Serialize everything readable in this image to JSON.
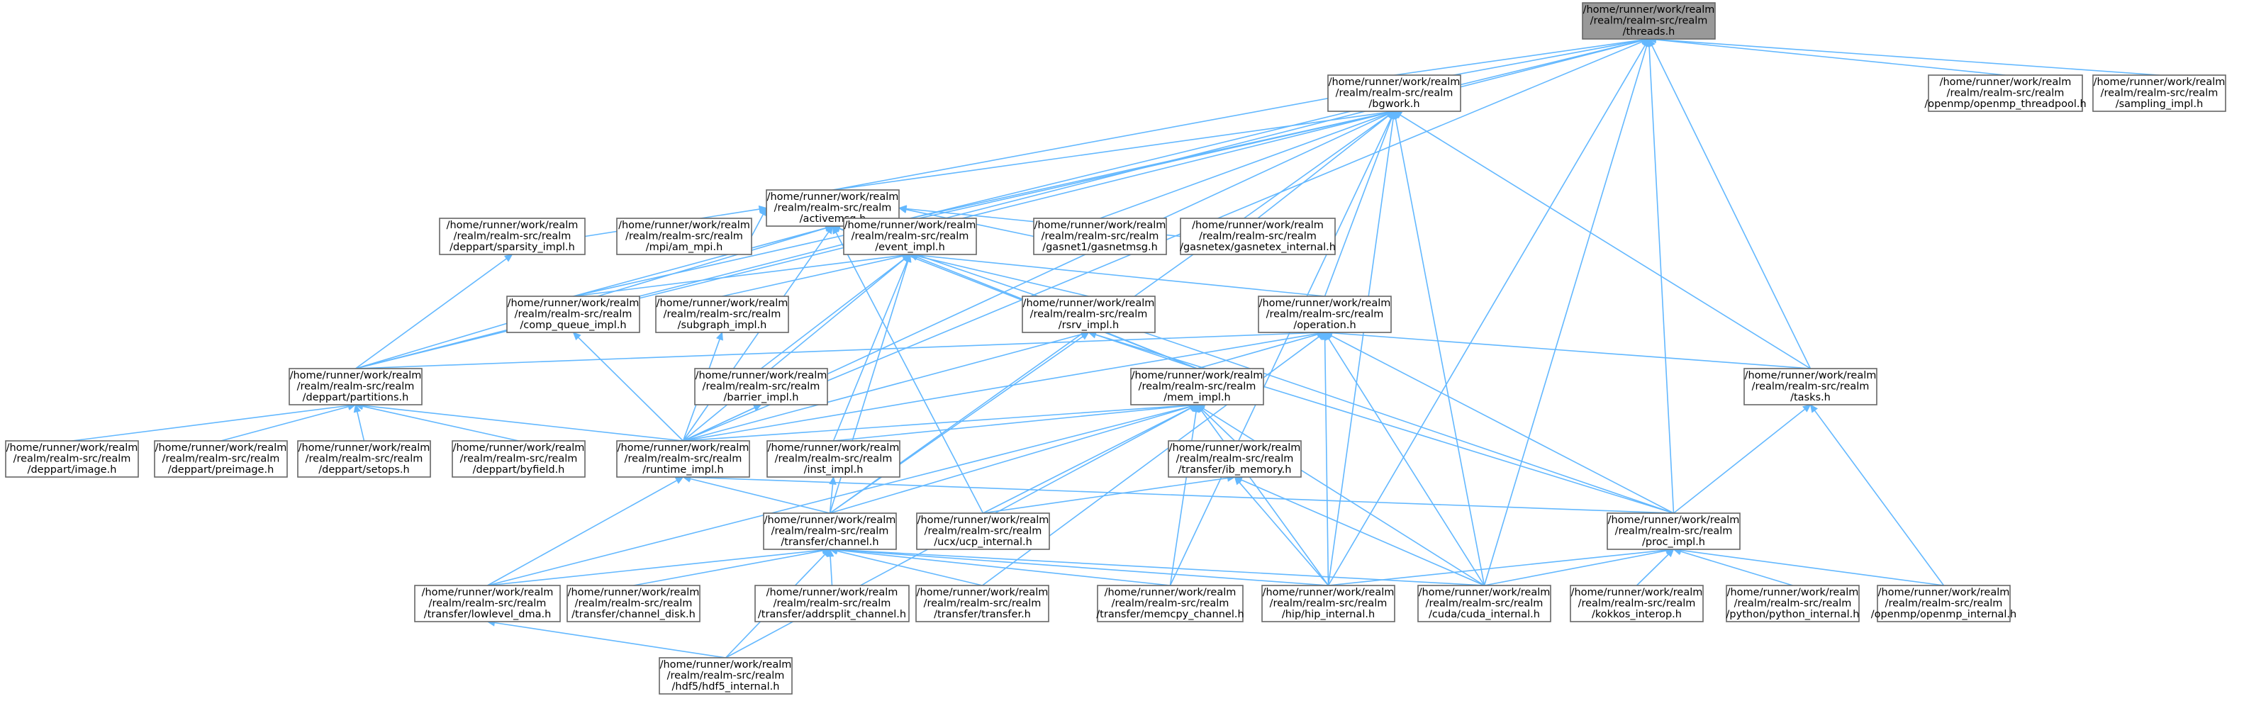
{
  "graph": {
    "accent": "#63b8ff",
    "root_fill": "#999999",
    "nodes": [
      {
        "id": "threads",
        "root": true,
        "lines": [
          "/home/runner/work/realm",
          "/realm/realm-src/realm",
          "/threads.h"
        ]
      },
      {
        "id": "bgwork",
        "lines": [
          "/home/runner/work/realm",
          "/realm/realm-src/realm",
          "/bgwork.h"
        ]
      },
      {
        "id": "openmp_threadpool",
        "lines": [
          "/home/runner/work/realm",
          "/realm/realm-src/realm",
          "/openmp/openmp_threadpool.h"
        ]
      },
      {
        "id": "sampling_impl",
        "lines": [
          "/home/runner/work/realm",
          "/realm/realm-src/realm",
          "/sampling_impl.h"
        ]
      },
      {
        "id": "activemsg",
        "lines": [
          "/home/runner/work/realm",
          "/realm/realm-src/realm",
          "/activemsg.h"
        ]
      },
      {
        "id": "sparsity_impl",
        "lines": [
          "/home/runner/work/realm",
          "/realm/realm-src/realm",
          "/deppart/sparsity_impl.h"
        ]
      },
      {
        "id": "am_mpi",
        "lines": [
          "/home/runner/work/realm",
          "/realm/realm-src/realm",
          "/mpi/am_mpi.h"
        ]
      },
      {
        "id": "event_impl",
        "lines": [
          "/home/runner/work/realm",
          "/realm/realm-src/realm",
          "/event_impl.h"
        ]
      },
      {
        "id": "gasnetmsg",
        "lines": [
          "/home/runner/work/realm",
          "/realm/realm-src/realm",
          "/gasnet1/gasnetmsg.h"
        ]
      },
      {
        "id": "gasnetex_internal",
        "lines": [
          "/home/runner/work/realm",
          "/realm/realm-src/realm",
          "/gasnetex/gasnetex_internal.h"
        ]
      },
      {
        "id": "comp_queue_impl",
        "lines": [
          "/home/runner/work/realm",
          "/realm/realm-src/realm",
          "/comp_queue_impl.h"
        ]
      },
      {
        "id": "subgraph_impl",
        "lines": [
          "/home/runner/work/realm",
          "/realm/realm-src/realm",
          "/subgraph_impl.h"
        ]
      },
      {
        "id": "rsrv_impl",
        "lines": [
          "/home/runner/work/realm",
          "/realm/realm-src/realm",
          "/rsrv_impl.h"
        ]
      },
      {
        "id": "operation",
        "lines": [
          "/home/runner/work/realm",
          "/realm/realm-src/realm",
          "/operation.h"
        ]
      },
      {
        "id": "partitions",
        "lines": [
          "/home/runner/work/realm",
          "/realm/realm-src/realm",
          "/deppart/partitions.h"
        ]
      },
      {
        "id": "barrier_impl",
        "lines": [
          "/home/runner/work/realm",
          "/realm/realm-src/realm",
          "/barrier_impl.h"
        ]
      },
      {
        "id": "mem_impl",
        "lines": [
          "/home/runner/work/realm",
          "/realm/realm-src/realm",
          "/mem_impl.h"
        ]
      },
      {
        "id": "tasks",
        "lines": [
          "/home/runner/work/realm",
          "/realm/realm-src/realm",
          "/tasks.h"
        ]
      },
      {
        "id": "image",
        "lines": [
          "/home/runner/work/realm",
          "/realm/realm-src/realm",
          "/deppart/image.h"
        ]
      },
      {
        "id": "preimage",
        "lines": [
          "/home/runner/work/realm",
          "/realm/realm-src/realm",
          "/deppart/preimage.h"
        ]
      },
      {
        "id": "setops",
        "lines": [
          "/home/runner/work/realm",
          "/realm/realm-src/realm",
          "/deppart/setops.h"
        ]
      },
      {
        "id": "byfield",
        "lines": [
          "/home/runner/work/realm",
          "/realm/realm-src/realm",
          "/deppart/byfield.h"
        ]
      },
      {
        "id": "runtime_impl",
        "lines": [
          "/home/runner/work/realm",
          "/realm/realm-src/realm",
          "/runtime_impl.h"
        ]
      },
      {
        "id": "inst_impl",
        "lines": [
          "/home/runner/work/realm",
          "/realm/realm-src/realm",
          "/inst_impl.h"
        ]
      },
      {
        "id": "ib_memory",
        "lines": [
          "/home/runner/work/realm",
          "/realm/realm-src/realm",
          "/transfer/ib_memory.h"
        ]
      },
      {
        "id": "channel",
        "lines": [
          "/home/runner/work/realm",
          "/realm/realm-src/realm",
          "/transfer/channel.h"
        ]
      },
      {
        "id": "ucp_internal",
        "lines": [
          "/home/runner/work/realm",
          "/realm/realm-src/realm",
          "/ucx/ucp_internal.h"
        ]
      },
      {
        "id": "proc_impl",
        "lines": [
          "/home/runner/work/realm",
          "/realm/realm-src/realm",
          "/proc_impl.h"
        ]
      },
      {
        "id": "lowlevel_dma",
        "lines": [
          "/home/runner/work/realm",
          "/realm/realm-src/realm",
          "/transfer/lowlevel_dma.h"
        ]
      },
      {
        "id": "channel_disk",
        "lines": [
          "/home/runner/work/realm",
          "/realm/realm-src/realm",
          "/transfer/channel_disk.h"
        ]
      },
      {
        "id": "addrsplit_channel",
        "lines": [
          "/home/runner/work/realm",
          "/realm/realm-src/realm",
          "/transfer/addrsplit_channel.h"
        ]
      },
      {
        "id": "transfer",
        "lines": [
          "/home/runner/work/realm",
          "/realm/realm-src/realm",
          "/transfer/transfer.h"
        ]
      },
      {
        "id": "memcpy_channel",
        "lines": [
          "/home/runner/work/realm",
          "/realm/realm-src/realm",
          "/transfer/memcpy_channel.h"
        ]
      },
      {
        "id": "hip_internal",
        "lines": [
          "/home/runner/work/realm",
          "/realm/realm-src/realm",
          "/hip/hip_internal.h"
        ]
      },
      {
        "id": "cuda_internal",
        "lines": [
          "/home/runner/work/realm",
          "/realm/realm-src/realm",
          "/cuda/cuda_internal.h"
        ]
      },
      {
        "id": "kokkos_interop",
        "lines": [
          "/home/runner/work/realm",
          "/realm/realm-src/realm",
          "/kokkos_interop.h"
        ]
      },
      {
        "id": "python_internal",
        "lines": [
          "/home/runner/work/realm",
          "/realm/realm-src/realm",
          "/python/python_internal.h"
        ]
      },
      {
        "id": "openmp_internal",
        "lines": [
          "/home/runner/work/realm",
          "/realm/realm-src/realm",
          "/openmp/openmp_internal.h"
        ]
      },
      {
        "id": "hdf5_internal",
        "lines": [
          "/home/runner/work/realm",
          "/realm/realm-src/realm",
          "/hdf5/hdf5_internal.h"
        ]
      }
    ],
    "edges": [
      [
        "threads",
        "bgwork"
      ],
      [
        "threads",
        "openmp_threadpool"
      ],
      [
        "threads",
        "sampling_impl"
      ],
      [
        "threads",
        "activemsg"
      ],
      [
        "threads",
        "event_impl"
      ],
      [
        "threads",
        "partitions"
      ],
      [
        "threads",
        "runtime_impl"
      ],
      [
        "threads",
        "tasks"
      ],
      [
        "threads",
        "proc_impl"
      ],
      [
        "threads",
        "hip_internal"
      ],
      [
        "threads",
        "cuda_internal"
      ],
      [
        "bgwork",
        "activemsg"
      ],
      [
        "bgwork",
        "event_impl"
      ],
      [
        "bgwork",
        "gasnetmsg"
      ],
      [
        "bgwork",
        "gasnetex_internal"
      ],
      [
        "bgwork",
        "partitions"
      ],
      [
        "bgwork",
        "operation"
      ],
      [
        "bgwork",
        "tasks"
      ],
      [
        "bgwork",
        "runtime_impl"
      ],
      [
        "bgwork",
        "channel"
      ],
      [
        "bgwork",
        "hip_internal"
      ],
      [
        "bgwork",
        "cuda_internal"
      ],
      [
        "bgwork",
        "memcpy_channel"
      ],
      [
        "bgwork",
        "comp_queue_impl"
      ],
      [
        "activemsg",
        "sparsity_impl"
      ],
      [
        "activemsg",
        "am_mpi"
      ],
      [
        "activemsg",
        "event_impl"
      ],
      [
        "activemsg",
        "gasnetmsg"
      ],
      [
        "activemsg",
        "gasnetex_internal"
      ],
      [
        "activemsg",
        "partitions"
      ],
      [
        "activemsg",
        "runtime_impl"
      ],
      [
        "activemsg",
        "mem_impl"
      ],
      [
        "activemsg",
        "ucp_internal"
      ],
      [
        "activemsg",
        "proc_impl"
      ],
      [
        "activemsg",
        "comp_queue_impl"
      ],
      [
        "sparsity_impl",
        "partitions"
      ],
      [
        "event_impl",
        "comp_queue_impl"
      ],
      [
        "event_impl",
        "subgraph_impl"
      ],
      [
        "event_impl",
        "rsrv_impl"
      ],
      [
        "event_impl",
        "operation"
      ],
      [
        "event_impl",
        "barrier_impl"
      ],
      [
        "event_impl",
        "mem_impl"
      ],
      [
        "event_impl",
        "runtime_impl"
      ],
      [
        "event_impl",
        "inst_impl"
      ],
      [
        "event_impl",
        "channel"
      ],
      [
        "comp_queue_impl",
        "runtime_impl"
      ],
      [
        "subgraph_impl",
        "runtime_impl"
      ],
      [
        "rsrv_impl",
        "runtime_impl"
      ],
      [
        "rsrv_impl",
        "mem_impl"
      ],
      [
        "rsrv_impl",
        "proc_impl"
      ],
      [
        "rsrv_impl",
        "channel"
      ],
      [
        "operation",
        "partitions"
      ],
      [
        "operation",
        "mem_impl"
      ],
      [
        "operation",
        "tasks"
      ],
      [
        "operation",
        "runtime_impl"
      ],
      [
        "operation",
        "proc_impl"
      ],
      [
        "operation",
        "hip_internal"
      ],
      [
        "operation",
        "cuda_internal"
      ],
      [
        "operation",
        "transfer"
      ],
      [
        "partitions",
        "image"
      ],
      [
        "partitions",
        "preimage"
      ],
      [
        "partitions",
        "setops"
      ],
      [
        "partitions",
        "byfield"
      ],
      [
        "partitions",
        "runtime_impl"
      ],
      [
        "barrier_impl",
        "runtime_impl"
      ],
      [
        "mem_impl",
        "runtime_impl"
      ],
      [
        "mem_impl",
        "inst_impl"
      ],
      [
        "mem_impl",
        "ib_memory"
      ],
      [
        "mem_impl",
        "channel"
      ],
      [
        "mem_impl",
        "ucp_internal"
      ],
      [
        "mem_impl",
        "lowlevel_dma"
      ],
      [
        "mem_impl",
        "memcpy_channel"
      ],
      [
        "mem_impl",
        "hip_internal"
      ],
      [
        "mem_impl",
        "cuda_internal"
      ],
      [
        "mem_impl",
        "hdf5_internal"
      ],
      [
        "tasks",
        "proc_impl"
      ],
      [
        "tasks",
        "openmp_internal"
      ],
      [
        "runtime_impl",
        "channel"
      ],
      [
        "runtime_impl",
        "proc_impl"
      ],
      [
        "runtime_impl",
        "lowlevel_dma"
      ],
      [
        "inst_impl",
        "channel"
      ],
      [
        "ib_memory",
        "ucp_internal"
      ],
      [
        "ib_memory",
        "hip_internal"
      ],
      [
        "ib_memory",
        "cuda_internal"
      ],
      [
        "channel",
        "lowlevel_dma"
      ],
      [
        "channel",
        "channel_disk"
      ],
      [
        "channel",
        "addrsplit_channel"
      ],
      [
        "channel",
        "transfer"
      ],
      [
        "channel",
        "memcpy_channel"
      ],
      [
        "channel",
        "hip_internal"
      ],
      [
        "channel",
        "cuda_internal"
      ],
      [
        "channel",
        "hdf5_internal"
      ],
      [
        "proc_impl",
        "hip_internal"
      ],
      [
        "proc_impl",
        "cuda_internal"
      ],
      [
        "proc_impl",
        "kokkos_interop"
      ],
      [
        "proc_impl",
        "python_internal"
      ],
      [
        "proc_impl",
        "openmp_internal"
      ],
      [
        "lowlevel_dma",
        "hdf5_internal"
      ]
    ]
  }
}
